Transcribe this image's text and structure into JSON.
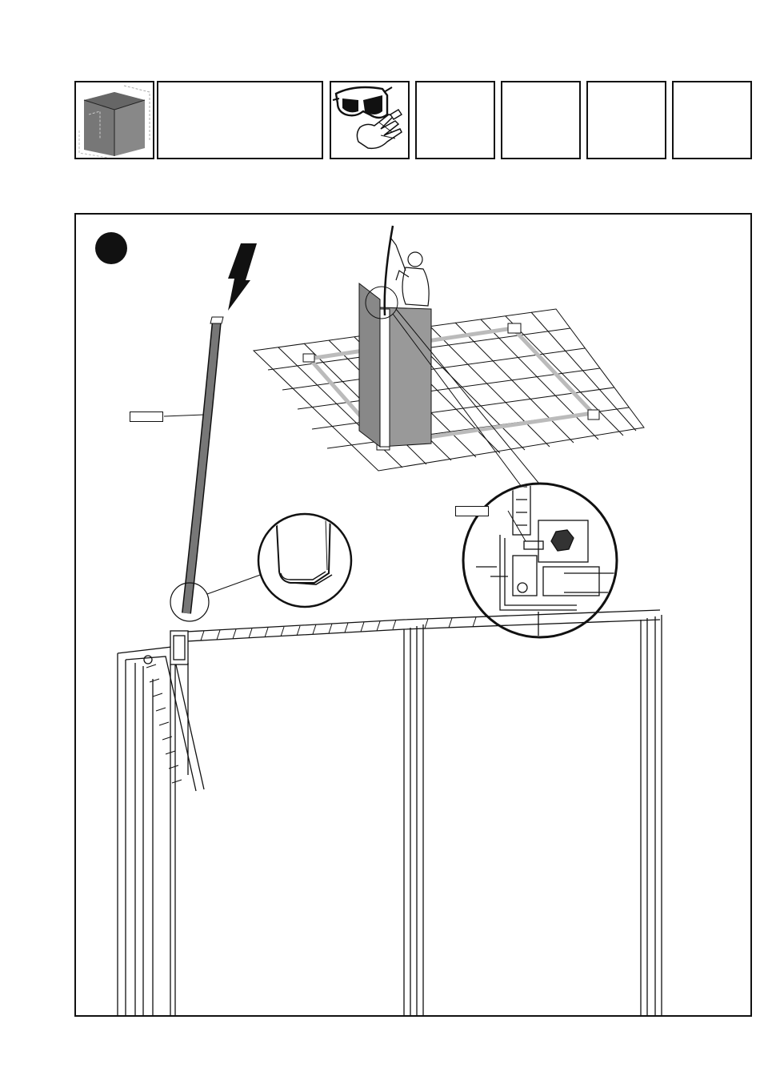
{
  "page": {
    "header_boxes": [
      {
        "name": "shed-icon-box",
        "icon": "shed-cube-icon"
      },
      {
        "name": "title-box"
      },
      {
        "name": "safety-gear-box",
        "icon": "goggles-gloves-icon"
      },
      {
        "name": "empty-box-1"
      },
      {
        "name": "empty-box-2"
      },
      {
        "name": "empty-box-3"
      },
      {
        "name": "empty-box-4"
      }
    ],
    "step": {
      "marker": "filled-circle-step-marker",
      "part_label_1": "",
      "part_label_2": ""
    },
    "icons": {
      "push-arrow": "lightning-arrow-icon",
      "magnifier-1": "profile-end-detail",
      "magnifier-2": "corner-joint-detail"
    }
  }
}
